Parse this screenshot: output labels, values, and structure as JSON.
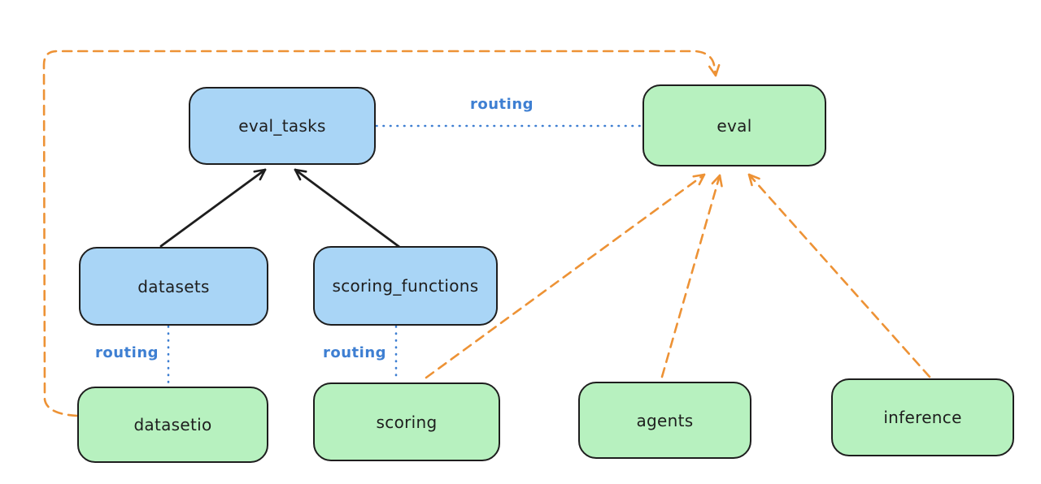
{
  "diagram": {
    "colors": {
      "node_blue_fill": "#a9d5f6",
      "node_green_fill": "#b7f1bf",
      "node_stroke": "#1e1e1e",
      "routing_blue": "#3e7fd2",
      "arrow_orange": "#ed9235",
      "arrow_black": "#1e1e1e",
      "background": "#ffffff"
    },
    "nodes": {
      "eval_tasks": {
        "label": "eval_tasks",
        "color": "blue"
      },
      "eval": {
        "label": "eval",
        "color": "green"
      },
      "datasets": {
        "label": "datasets",
        "color": "blue"
      },
      "scoring_functions": {
        "label": "scoring_functions",
        "color": "blue"
      },
      "datasetio": {
        "label": "datasetio",
        "color": "green"
      },
      "scoring": {
        "label": "scoring",
        "color": "green"
      },
      "agents": {
        "label": "agents",
        "color": "green"
      },
      "inference": {
        "label": "inference",
        "color": "green"
      }
    },
    "edges": [
      {
        "from": "datasets",
        "to": "eval_tasks",
        "style": "solid-arrow",
        "color": "black",
        "label": ""
      },
      {
        "from": "scoring_functions",
        "to": "eval_tasks",
        "style": "solid-arrow",
        "color": "black",
        "label": ""
      },
      {
        "from": "eval_tasks",
        "to": "eval",
        "style": "dotted",
        "color": "blue",
        "label": "routing"
      },
      {
        "from": "datasets",
        "to": "datasetio",
        "style": "dotted",
        "color": "blue",
        "label": "routing"
      },
      {
        "from": "scoring_functions",
        "to": "scoring",
        "style": "dotted",
        "color": "blue",
        "label": "routing"
      },
      {
        "from": "datasetio",
        "to": "eval",
        "style": "dashed-arrow",
        "color": "orange",
        "label": ""
      },
      {
        "from": "scoring",
        "to": "eval",
        "style": "dashed-arrow",
        "color": "orange",
        "label": ""
      },
      {
        "from": "agents",
        "to": "eval",
        "style": "dashed-arrow",
        "color": "orange",
        "label": ""
      },
      {
        "from": "inference",
        "to": "eval",
        "style": "dashed-arrow",
        "color": "orange",
        "label": ""
      }
    ]
  }
}
